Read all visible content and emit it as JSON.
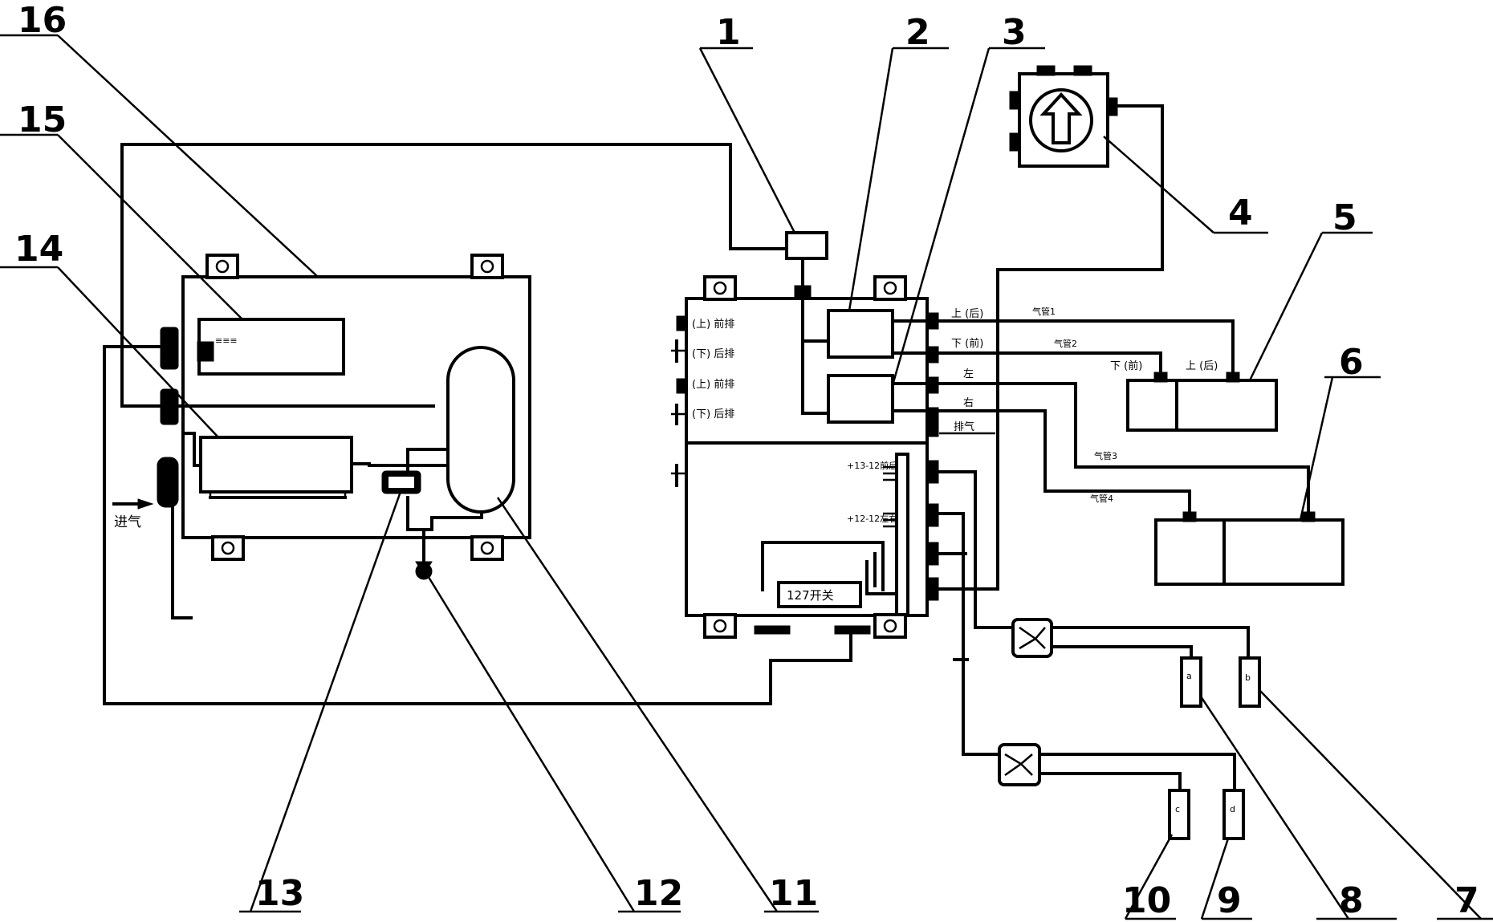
{
  "callouts": {
    "n1": "1",
    "n2": "2",
    "n3": "3",
    "n4": "4",
    "n5": "5",
    "n6": "6",
    "n7": "7",
    "n8": "8",
    "n9": "9",
    "n10": "10",
    "n11": "11",
    "n12": "12",
    "n13": "13",
    "n14": "14",
    "n15": "15",
    "n16": "16"
  },
  "labels": {
    "inlet": "进气",
    "switch127": "127开关",
    "exhaust_front_up": "(上) 前排",
    "exhaust_rear_down": "(下) 后排",
    "exhaust_front_up2": "(上) 前排",
    "exhaust_rear_down2": "(下) 后排",
    "port_up_rear": "上 (后)",
    "port_down_front": "下 (前)",
    "port_left": "左",
    "port_right": "右",
    "port_exhaust": "排气",
    "pipe1": "气管1",
    "pipe2": "气管2",
    "pipe3": "气管3",
    "pipe4": "气管4",
    "cyl5_down_front": "下 (前)",
    "cyl5_up_rear": "上 (后)",
    "sig1": "+13-12前后",
    "sig2": "+12-12左右",
    "sensor_a": "a",
    "sensor_b": "b",
    "sensor_c": "c",
    "sensor_d": "d",
    "gauge_mark": "≡≡≡"
  }
}
